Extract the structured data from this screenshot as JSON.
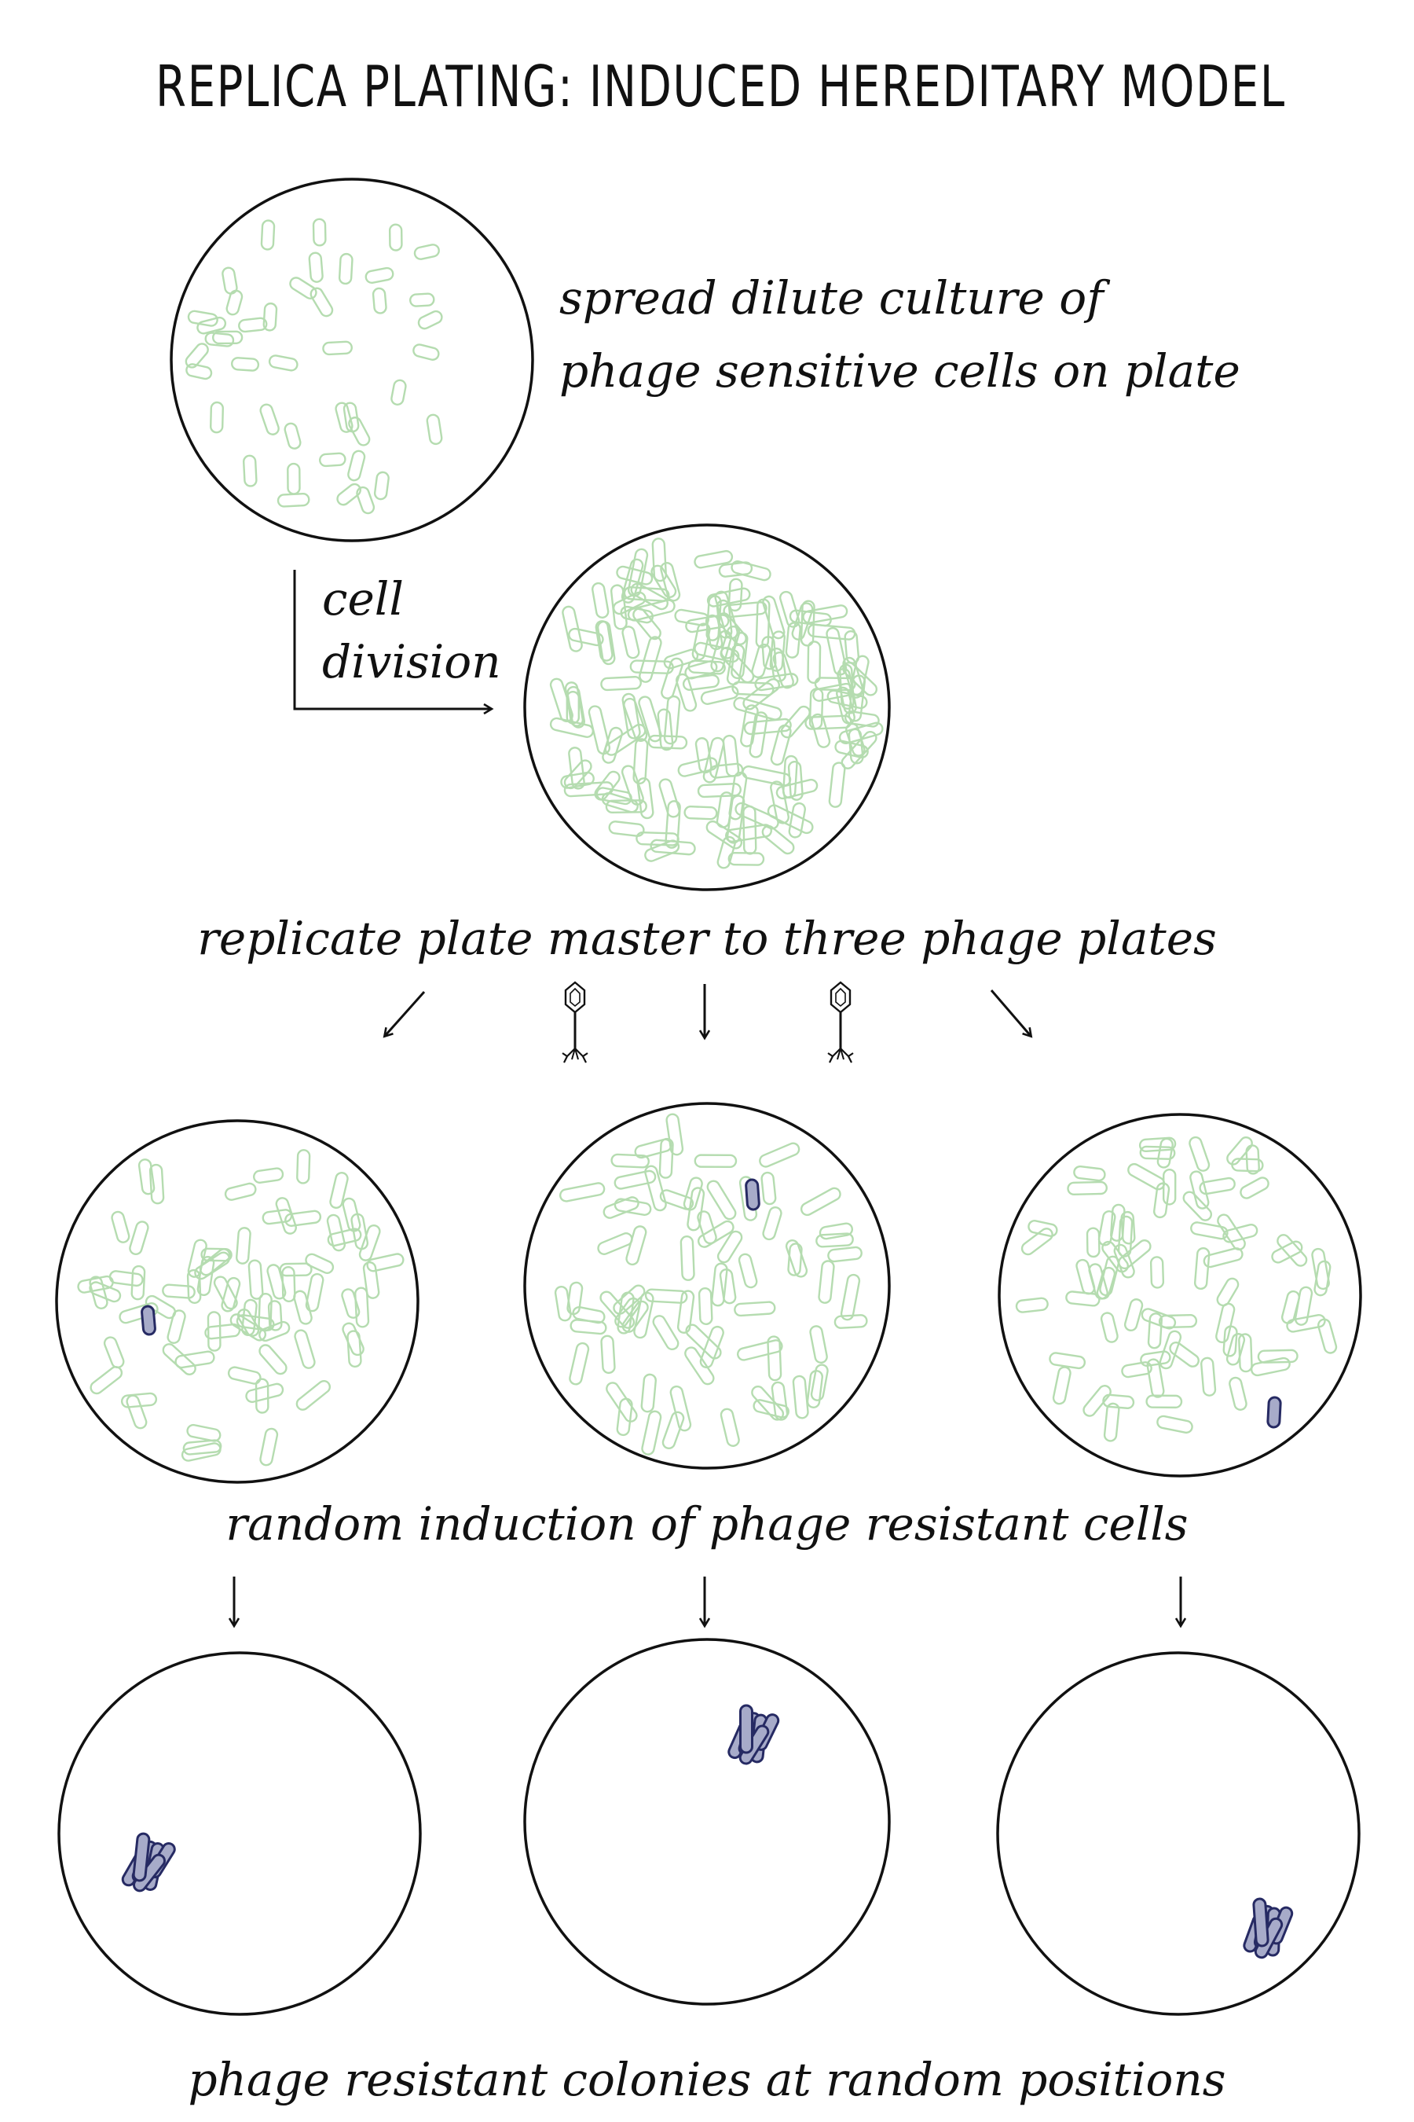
{
  "title": "REPLICA PLATING: INDUCED HEREDITARY MODEL",
  "steps": {
    "spread_line1": "spread dilute culture of",
    "spread_line2": "phage sensitive cells on plate",
    "division_line1": "cell",
    "division_line2": "division",
    "replicate": "replicate plate master to three phage plates",
    "induction": "random induction of phage resistant cells",
    "colonies": "phage resistant colonies at random positions"
  },
  "colors": {
    "sensitive_cell": "#b5dcb0",
    "resistant_cell_fill": "#a7abc9",
    "resistant_cell_stroke": "#262a63",
    "outline": "#111111",
    "background": "#ffffff"
  },
  "icons": [
    "bacteriophage-icon",
    "bacteriophage-icon"
  ]
}
